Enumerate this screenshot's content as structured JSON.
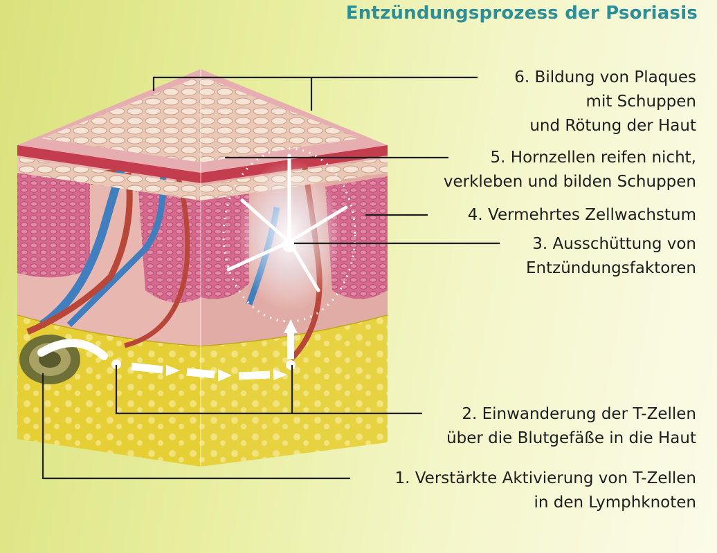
{
  "title": "Entzündungsprozess der Psoriasis",
  "labels": [
    {
      "id": "plaques",
      "lines": [
        "6. Bildung von Plaques",
        "mit Schuppen",
        "und Rötung der Haut"
      ]
    },
    {
      "id": "hornzellen",
      "lines": [
        "5. Hornzellen reifen nicht,",
        "verkleben und bilden Schuppen"
      ]
    },
    {
      "id": "zellwachstum",
      "lines": [
        "4. Vermehrtes Zellwachstum"
      ]
    },
    {
      "id": "ausschuettung",
      "lines": [
        "3. Ausschüttung von",
        "Entzündungsfaktoren"
      ]
    },
    {
      "id": "einwanderung",
      "lines": [
        "2. Einwanderung der T-Zellen",
        "über die Blutgefäße in die Haut"
      ]
    },
    {
      "id": "aktivierung",
      "lines": [
        "1. Verstärkte Aktivierung von T-Zellen",
        "in den Lymphknoten"
      ]
    }
  ],
  "colors": {
    "title": "#2a8f98",
    "epidermis": "#c9557a",
    "fat": "#e8d23c",
    "vessel_red": "#b8473a",
    "vessel_blue": "#3f7fbf",
    "scale": "#f1d9cc"
  }
}
